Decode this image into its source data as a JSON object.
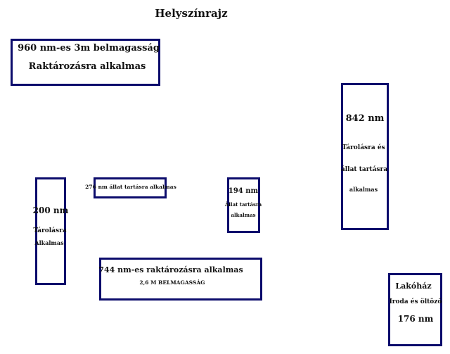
{
  "title": "Helyszínrajz",
  "border_color": "#0c0c6c",
  "buildings": {
    "b960": {
      "line1": "960 nm-es 3m belmagasság",
      "line2": "Raktározásra alkalmas"
    },
    "b842": {
      "line1": "842 nm",
      "line2": "Tárolásra és",
      "line3": "állat tartásra",
      "line4": "alkalmas"
    },
    "b200": {
      "line1": "200 nm",
      "line2": "Tárolásra",
      "line3": "Alkalmas"
    },
    "b276": {
      "line1": "276 nm állat tartásra alkalmas"
    },
    "b194": {
      "line1": "194 nm",
      "line2": "Állat tartásra",
      "line3": "alkalmas"
    },
    "b744": {
      "line1": "744 nm-es raktározásra alkalmas",
      "line2": "2,6 M BELMAGASSÁG"
    },
    "lakohaz": {
      "line1": "Lakóház",
      "line2": "Iroda és öltöző",
      "line3": "176 nm"
    }
  }
}
